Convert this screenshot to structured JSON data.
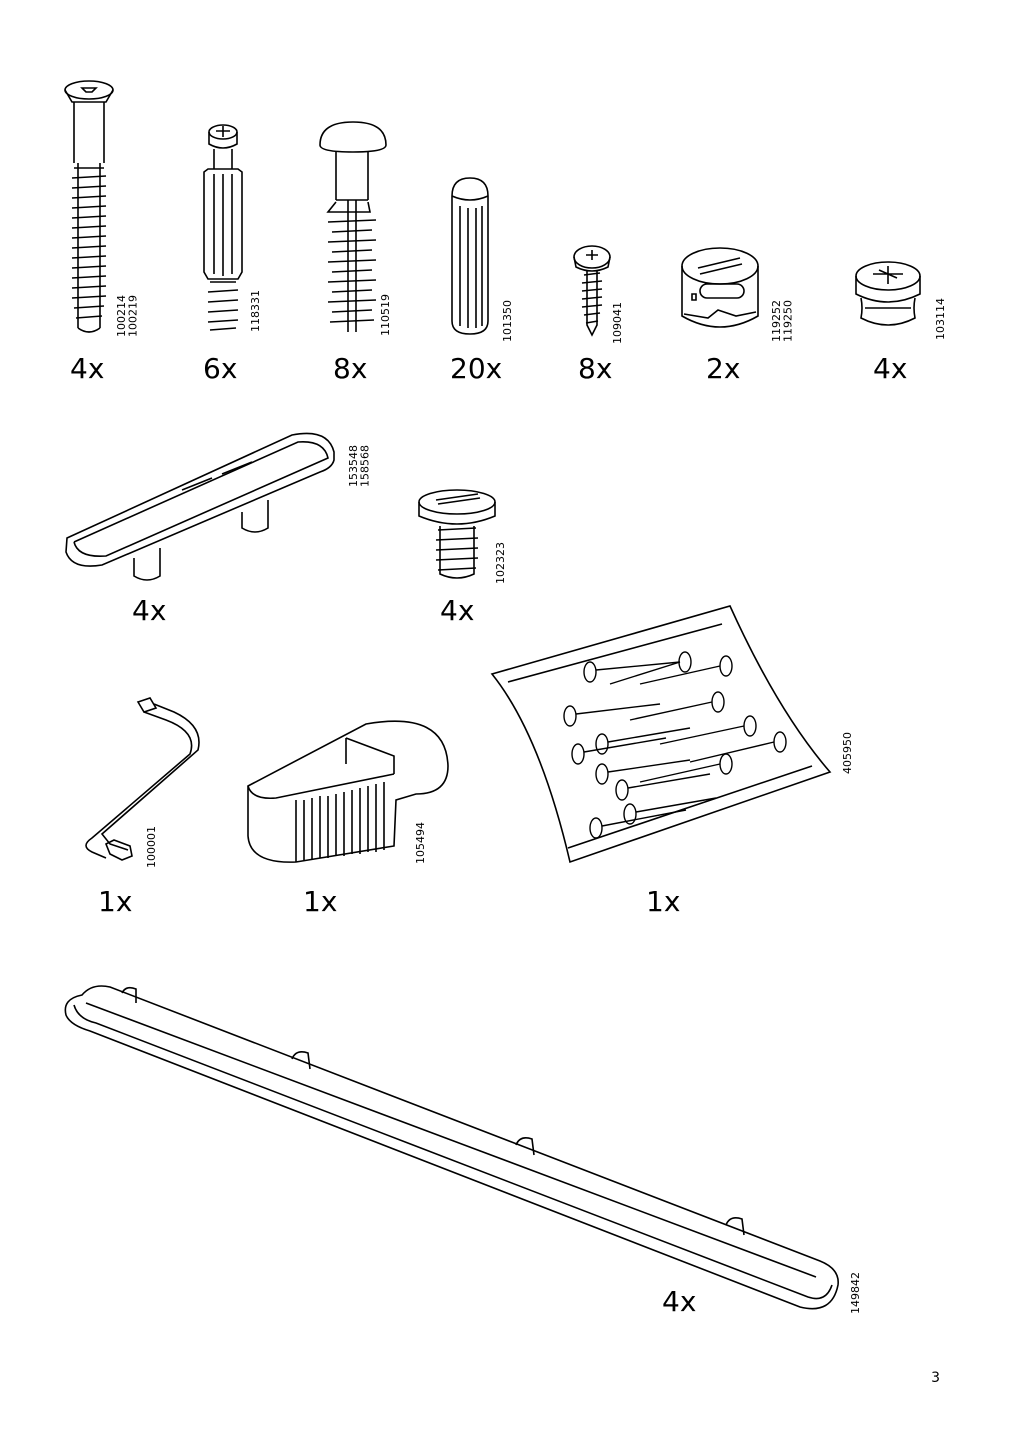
{
  "page_number": "3",
  "parts": [
    {
      "id": "p1",
      "qty": "4x",
      "codes": [
        "100214",
        "100219"
      ]
    },
    {
      "id": "p2",
      "qty": "6x",
      "codes": [
        "118331"
      ]
    },
    {
      "id": "p3",
      "qty": "8x",
      "codes": [
        "110519"
      ]
    },
    {
      "id": "p4",
      "qty": "20x",
      "codes": [
        "101350"
      ]
    },
    {
      "id": "p5",
      "qty": "8x",
      "codes": [
        "109041"
      ]
    },
    {
      "id": "p6",
      "qty": "2x",
      "codes": [
        "119252",
        "119250"
      ]
    },
    {
      "id": "p7",
      "qty": "4x",
      "codes": [
        "103114"
      ]
    },
    {
      "id": "p8",
      "qty": "4x",
      "codes": [
        "153548",
        "158568"
      ]
    },
    {
      "id": "p9",
      "qty": "4x",
      "codes": [
        "102323"
      ]
    },
    {
      "id": "p10",
      "qty": "1x",
      "codes": [
        "100001"
      ]
    },
    {
      "id": "p11",
      "qty": "1x",
      "codes": [
        "105494"
      ]
    },
    {
      "id": "p12",
      "qty": "1x",
      "codes": [
        "405950"
      ]
    },
    {
      "id": "p13",
      "qty": "4x",
      "codes": [
        "149842"
      ]
    }
  ]
}
